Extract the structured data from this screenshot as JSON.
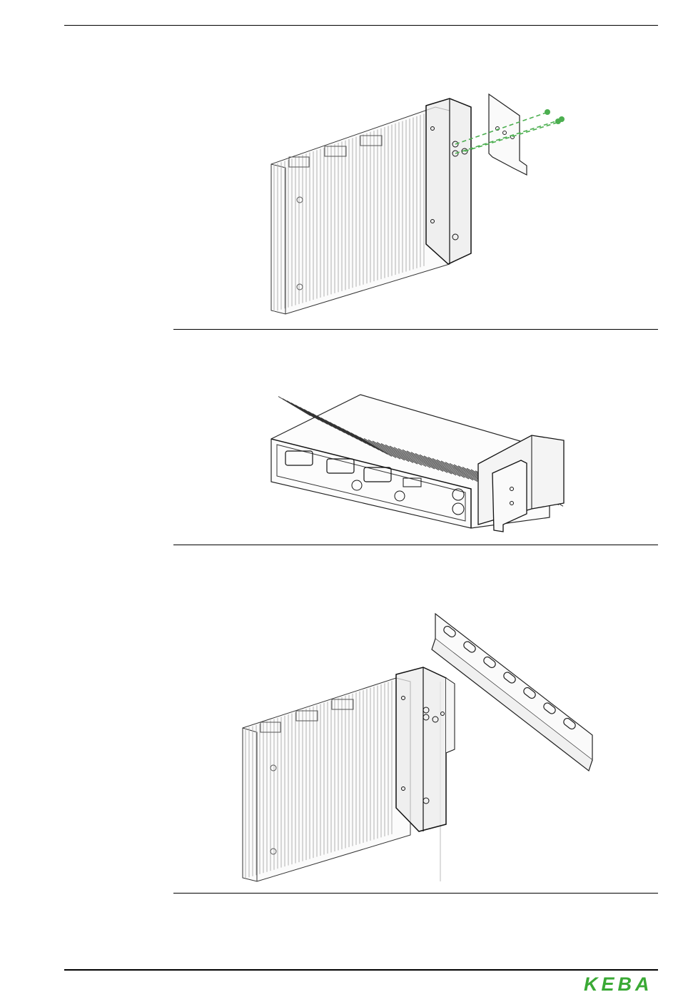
{
  "footer": {
    "logo_text": "KEBA",
    "brand_color": "#3aa935"
  },
  "figures": [
    {
      "name": "mounting-bracket-with-screws"
    },
    {
      "name": "device-with-mounted-bracket"
    },
    {
      "name": "device-on-din-rail"
    }
  ],
  "colors": {
    "line": "#222222",
    "fin": "#9a9a9a",
    "screw_green": "#4caf50"
  }
}
